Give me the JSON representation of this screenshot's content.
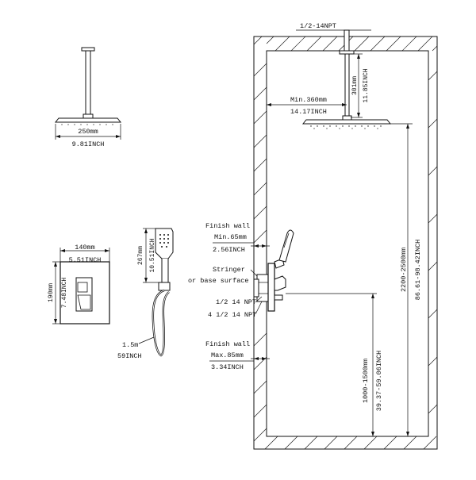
{
  "labels": {
    "inlet_thread": "1/2-14NPT",
    "arm_len_mm": "301mm",
    "arm_len_in": "11.85INCH",
    "min_dist_mm": "Min.360mm",
    "min_dist_in": "14.17INCH",
    "head_w_mm": "250mm",
    "head_w_in": "9.81INCH",
    "plate_w_mm": "140mm",
    "plate_w_in": "5.51INCH",
    "plate_h_mm": "190mm",
    "plate_h_in": "7.48INCH",
    "hand_h_mm": "267mm",
    "hand_h_in": "10.51INCH",
    "hose_m": "1.5m",
    "hose_in": "59INCH",
    "finish_wall_1": "Finish wall",
    "min65": "Min.65mm",
    "min65_in": "2.56INCH",
    "stringer": "Stringer",
    "base_surface": "or base surface",
    "npt1": "1/2 14 NPT",
    "npt2": "4 1/2 14 NPT",
    "finish_wall_2": "Finish wall",
    "max85": "Max.85mm",
    "max85_in": "3.34INCH",
    "height1_mm": "1000-1500mm",
    "height1_in": "39.37-59.06INCH",
    "height2_mm": "2200-2500mm",
    "height2_in": "86.61-98.42INCH"
  }
}
